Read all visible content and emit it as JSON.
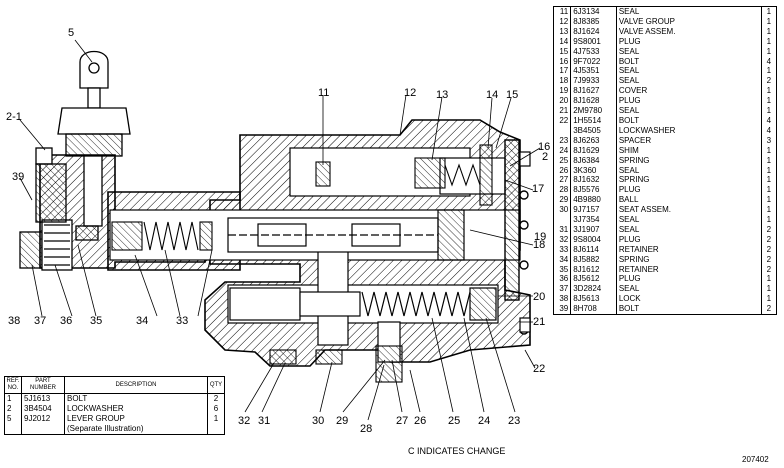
{
  "callouts": {
    "c5": "5",
    "c2_1": "2-1",
    "c39": "39",
    "c11": "11",
    "c12": "12",
    "c13": "13",
    "c14": "14",
    "c15": "15",
    "c16": "16",
    "c2": "2",
    "c17": "17",
    "c18": "18",
    "c19": "19",
    "c20": "20",
    "c21": "21",
    "c22": "22",
    "c38": "38",
    "c37": "37",
    "c36": "36",
    "c35": "35",
    "c34": "34",
    "c33": "33",
    "c32": "32",
    "c31": "31",
    "c30": "30",
    "c29": "29",
    "c28": "28",
    "c27": "27",
    "c26": "26",
    "c25": "25",
    "c24": "24",
    "c23": "23"
  },
  "right_parts": [
    {
      "ref": "11",
      "pn": "6J3134",
      "desc": "SEAL",
      "qty": "1"
    },
    {
      "ref": "12",
      "pn": "8J8385",
      "desc": "VALVE GROUP",
      "qty": "1"
    },
    {
      "ref": "13",
      "pn": "8J1624",
      "desc": "VALVE ASSEM.",
      "qty": "1"
    },
    {
      "ref": "14",
      "pn": "9S8001",
      "desc": "PLUG",
      "qty": "1"
    },
    {
      "ref": "15",
      "pn": "4J7533",
      "desc": "SEAL",
      "qty": "1"
    },
    {
      "ref": "16",
      "pn": "9F7022",
      "desc": "BOLT",
      "qty": "4"
    },
    {
      "ref": "17",
      "pn": "4J5351",
      "desc": "SEAL",
      "qty": "1"
    },
    {
      "ref": "18",
      "pn": "7J9933",
      "desc": "SEAL",
      "qty": "2"
    },
    {
      "ref": "19",
      "pn": "8J1627",
      "desc": "COVER",
      "qty": "1"
    },
    {
      "ref": "20",
      "pn": "8J1628",
      "desc": "PLUG",
      "qty": "1"
    },
    {
      "ref": "21",
      "pn": "2M9780",
      "desc": "SEAL",
      "qty": "1"
    },
    {
      "ref": "22",
      "pn": "1H5514",
      "desc": "BOLT",
      "qty": "4"
    },
    {
      "ref": "",
      "pn": "3B4505",
      "desc": "LOCKWASHER",
      "qty": "4"
    },
    {
      "ref": "23",
      "pn": "8J6263",
      "desc": "SPACER",
      "qty": "3"
    },
    {
      "ref": "24",
      "pn": "8J1629",
      "desc": "SHIM",
      "qty": "1"
    },
    {
      "ref": "25",
      "pn": "8J6384",
      "desc": "SPRING",
      "qty": "1"
    },
    {
      "ref": "26",
      "pn": "3K360",
      "desc": "SEAL",
      "qty": "1"
    },
    {
      "ref": "27",
      "pn": "8J1632",
      "desc": "SPRING",
      "qty": "1"
    },
    {
      "ref": "28",
      "pn": "8J5576",
      "desc": "PLUG",
      "qty": "1"
    },
    {
      "ref": "29",
      "pn": "4B9880",
      "desc": "BALL",
      "qty": "1"
    },
    {
      "ref": "30",
      "pn": "9J7157",
      "desc": "SEAT ASSEM.",
      "qty": "1"
    },
    {
      "ref": "",
      "pn": "3J7354",
      "desc": "SEAL",
      "qty": "1"
    },
    {
      "ref": "31",
      "pn": "3J1907",
      "desc": "SEAL",
      "qty": "2"
    },
    {
      "ref": "32",
      "pn": "9S8004",
      "desc": "PLUG",
      "qty": "2"
    },
    {
      "ref": "33",
      "pn": "8J6114",
      "desc": "RETAINER",
      "qty": "2"
    },
    {
      "ref": "34",
      "pn": "8J5882",
      "desc": "SPRING",
      "qty": "2"
    },
    {
      "ref": "35",
      "pn": "8J1612",
      "desc": "RETAINER",
      "qty": "2"
    },
    {
      "ref": "36",
      "pn": "8J5612",
      "desc": "PLUG",
      "qty": "1"
    },
    {
      "ref": "37",
      "pn": "3D2824",
      "desc": "SEAL",
      "qty": "1"
    },
    {
      "ref": "38",
      "pn": "8J5613",
      "desc": "LOCK",
      "qty": "1"
    },
    {
      "ref": "39",
      "pn": "8H708",
      "desc": "BOLT",
      "qty": "2"
    }
  ],
  "left_headers": {
    "ref": "REF. NO.",
    "pn": "PART NUMBER",
    "desc": "DESCRIPTION",
    "qty": "QTY"
  },
  "left_parts": [
    {
      "ref": "1",
      "pn": "5J1613",
      "desc": "BOLT",
      "qty": "2"
    },
    {
      "ref": "2",
      "pn": "3B4504",
      "desc": "LOCKWASHER",
      "qty": "6"
    },
    {
      "ref": "5",
      "pn": "9J2012",
      "desc": "LEVER GROUP",
      "qty": "1"
    },
    {
      "ref": "",
      "pn": "",
      "desc": "(Separate Illustration)",
      "qty": ""
    }
  ],
  "note": "C INDICATES CHANGE",
  "figure_number": "207402"
}
